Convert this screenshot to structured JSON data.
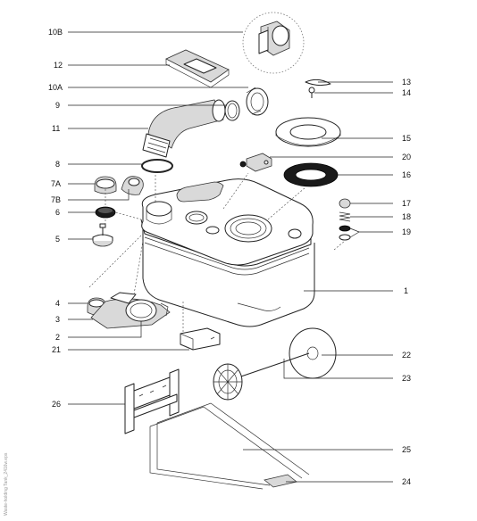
{
  "labels": {
    "l10B": "10B",
    "l12": "12",
    "l10A": "10A",
    "l9": "9",
    "l11": "11",
    "l8": "8",
    "l7A": "7A",
    "l7B": "7B",
    "l6": "6",
    "l5": "5",
    "l4": "4",
    "l3": "3",
    "l2": "2",
    "l21": "21",
    "l26": "26",
    "l13": "13",
    "l14": "14",
    "l15": "15",
    "l20": "20",
    "l16": "16",
    "l17": "17",
    "l18": "18",
    "l19": "19",
    "l1": "1",
    "l22": "22",
    "l23": "23",
    "l25": "25",
    "l24": "24"
  },
  "side_note": "Waste-holding Tank_2416w.eps"
}
